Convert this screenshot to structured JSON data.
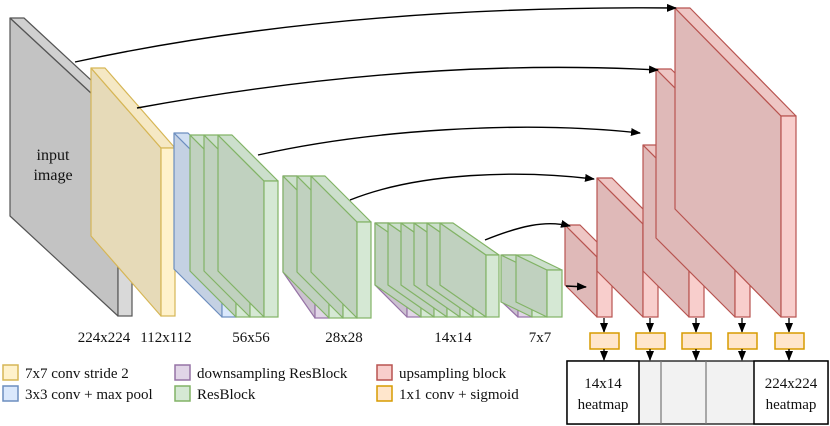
{
  "colors": {
    "input": "#d9d9d9",
    "input_edge": "#555555",
    "conv7x7": "#fff2cc",
    "conv7x7_edge": "#d6b656",
    "conv3x3": "#dae8fc",
    "conv3x3_edge": "#6c8ebf",
    "resblock": "#d5e8d4",
    "resblock_edge": "#82b366",
    "downsampling": "#e1d5e7",
    "downsampling_edge": "#9673a6",
    "upsampling": "#f8cecc",
    "upsampling_edge": "#b85450",
    "sigmoid": "#ffe6cc",
    "sigmoid_edge": "#d79b00",
    "heatmap_fill": "#f2f2f2",
    "arrow": "#000000"
  },
  "input_label": [
    "input",
    "image"
  ],
  "size_labels": [
    "224x224",
    "112x112",
    "56x56",
    "28x28",
    "14x14",
    "7x7"
  ],
  "heatmap_labels": {
    "left": [
      "14x14",
      "heatmap"
    ],
    "right": [
      "224x224",
      "heatmap"
    ]
  },
  "legend": [
    {
      "label": "7x7 conv stride 2",
      "key": "conv7x7"
    },
    {
      "label": "3x3 conv + max pool",
      "key": "conv3x3"
    },
    {
      "label": "downsampling ResBlock",
      "key": "downsampling"
    },
    {
      "label": "ResBlock",
      "key": "resblock"
    },
    {
      "label": "upsampling block",
      "key": "upsampling"
    },
    {
      "label": "1x1 conv + sigmoid",
      "key": "sigmoid"
    }
  ]
}
